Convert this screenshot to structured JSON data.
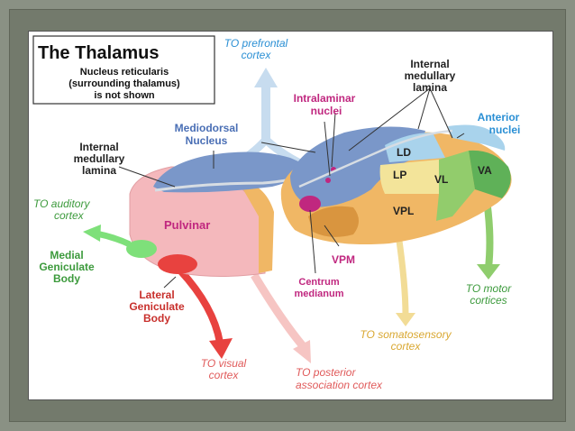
{
  "title_box": {
    "title": "The Thalamus",
    "note_line1": "Nucleus reticularis",
    "note_line2": "(surrounding thalamus)",
    "note_line3": "is not shown"
  },
  "labels": {
    "to_prefrontal_1": "TO prefrontal",
    "to_prefrontal_2": "cortex",
    "mediodorsal_1": "Mediodorsal",
    "mediodorsal_2": "Nucleus",
    "intralaminar_1": "Intralaminar",
    "intralaminar_2": "nuclei",
    "internal_lamina_top_1": "Internal",
    "internal_lamina_top_2": "medullary",
    "internal_lamina_top_3": "lamina",
    "anterior_1": "Anterior",
    "anterior_2": "nuclei",
    "internal_lamina_left_1": "Internal",
    "internal_lamina_left_2": "medullary",
    "internal_lamina_left_3": "lamina",
    "to_auditory_1": "TO auditory",
    "to_auditory_2": "cortex",
    "pulvinar": "Pulvinar",
    "medial_gen_1": "Medial",
    "medial_gen_2": "Geniculate",
    "medial_gen_3": "Body",
    "lateral_gen_1": "Lateral",
    "lateral_gen_2": "Geniculate",
    "lateral_gen_3": "Body",
    "ld": "LD",
    "lp": "LP",
    "vl": "VL",
    "va": "VA",
    "vpl": "VPL",
    "vpm": "VPM",
    "centrum_1": "Centrum",
    "centrum_2": "medianum",
    "to_motor_1": "TO motor",
    "to_motor_2": "cortices",
    "to_somato_1": "TO somatosensory",
    "to_somato_2": "cortex",
    "to_visual_1": "TO visual",
    "to_visual_2": "cortex",
    "to_posterior_1": "TO posterior",
    "to_posterior_2": "association cortex"
  },
  "colors": {
    "background": "#8a9184",
    "frame": "#737a6c",
    "pulvinar": "#f4b8bc",
    "mediodorsal": "#7a97c9",
    "ld": "#a9d3ec",
    "lp": "#f3e49a",
    "vpl": "#f0b765",
    "vl": "#92cc6c",
    "va": "#5fb158",
    "intralaminar": "#c0277f",
    "medial_geniculate": "#7ee07a",
    "lateral_geniculate": "#e8423f",
    "label_blue": "#4a6fb5",
    "label_magenta": "#c0277f",
    "label_green": "#3c9a3c",
    "label_red": "#c8302c",
    "label_cyan": "#2a8fd4"
  }
}
